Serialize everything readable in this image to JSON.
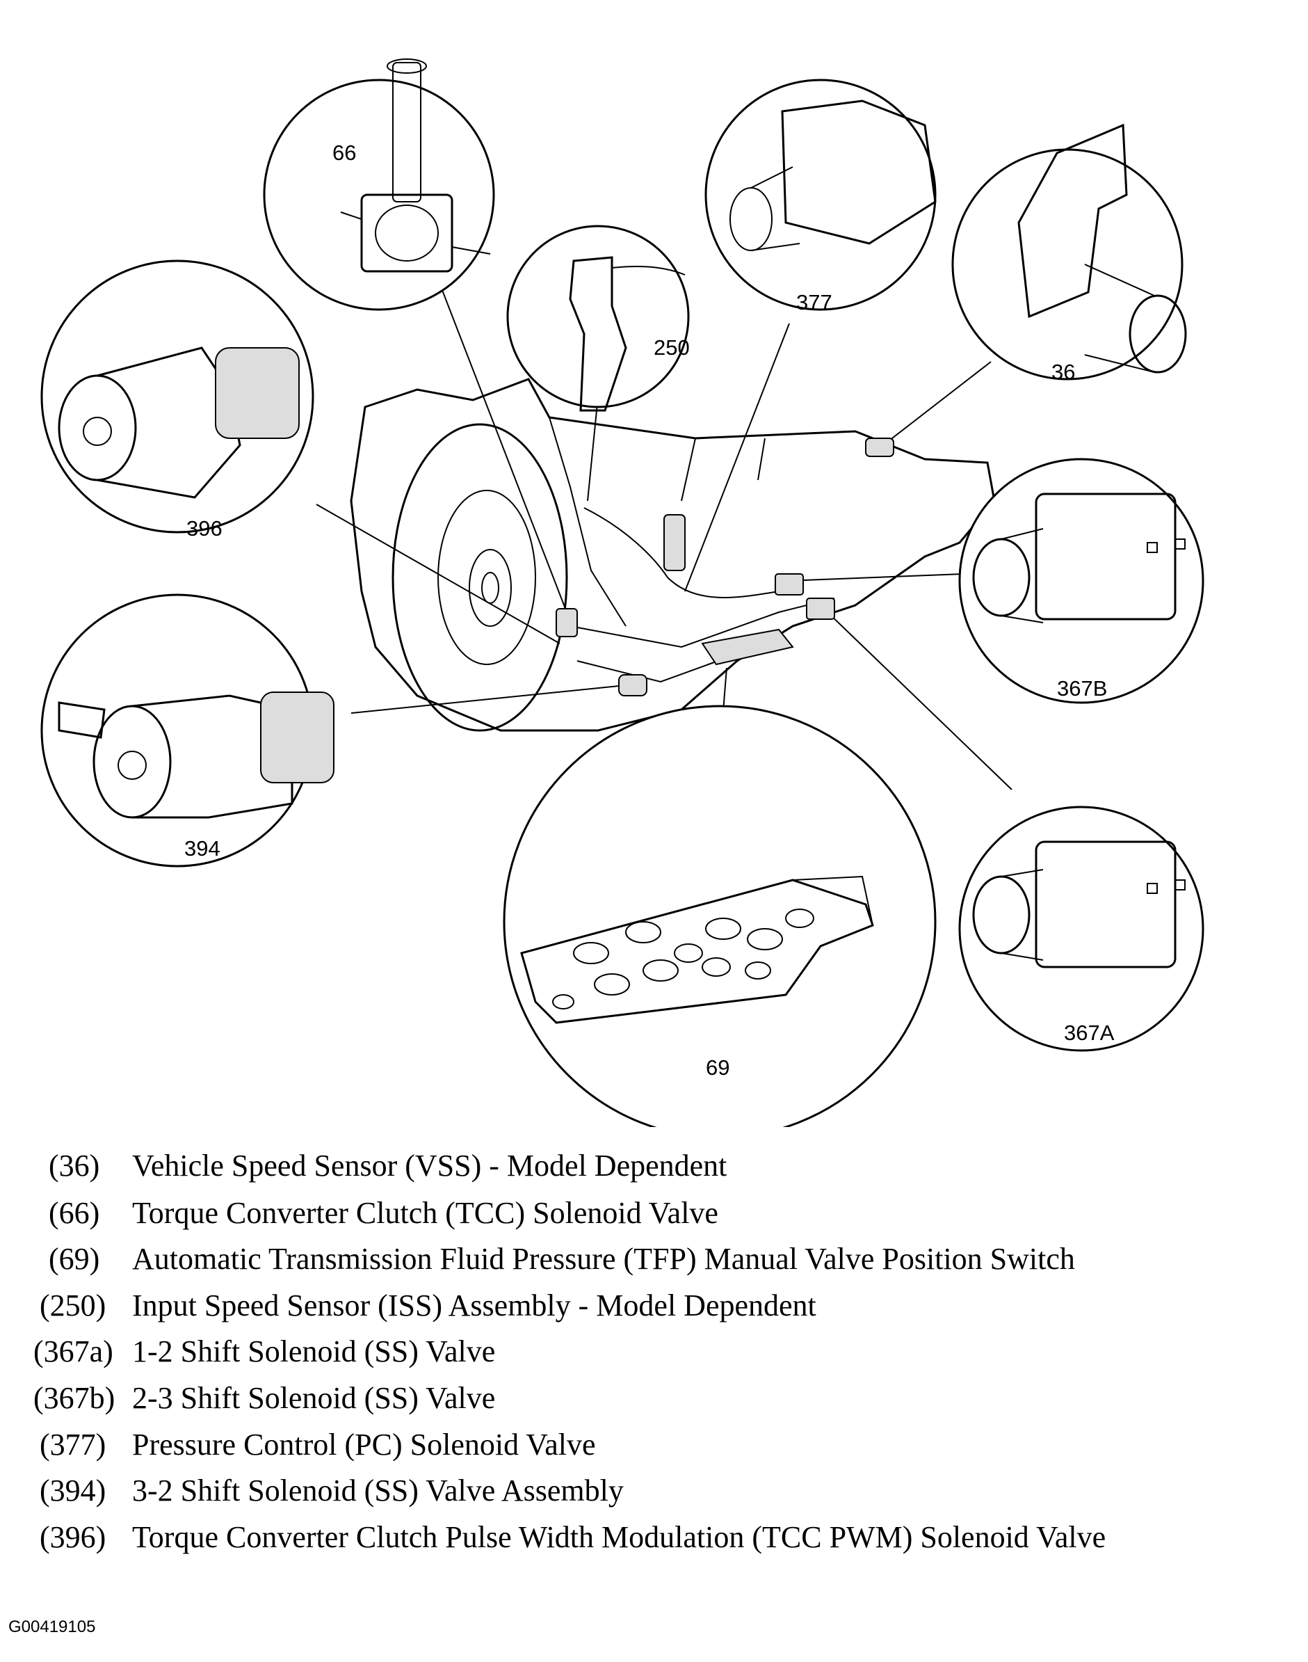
{
  "callouts": {
    "c66": "66",
    "c250": "250",
    "c377": "377",
    "c36": "36",
    "c396": "396",
    "c367b": "367B",
    "c394": "394",
    "c367a": "367A",
    "c69": "69"
  },
  "legend": [
    {
      "ref": "(36)",
      "desc": "Vehicle Speed Sensor (VSS) - Model Dependent"
    },
    {
      "ref": "(66)",
      "desc": "Torque Converter Clutch (TCC) Solenoid Valve"
    },
    {
      "ref": "(69)",
      "desc": "Automatic Transmission Fluid Pressure (TFP) Manual Valve Position Switch"
    },
    {
      "ref": "(250)",
      "desc": "Input Speed Sensor (ISS) Assembly - Model Dependent"
    },
    {
      "ref": "(367a)",
      "desc": "1-2 Shift Solenoid (SS) Valve"
    },
    {
      "ref": "(367b)",
      "desc": "2-3 Shift Solenoid (SS) Valve"
    },
    {
      "ref": "(377)",
      "desc": "Pressure Control (PC) Solenoid Valve"
    },
    {
      "ref": "(394)",
      "desc": "3-2 Shift Solenoid (SS) Valve Assembly"
    },
    {
      "ref": "(396)",
      "desc": "Torque Converter Clutch Pulse Width Modulation (TCC PWM) Solenoid Valve"
    }
  ],
  "figure_id": "G00419105"
}
